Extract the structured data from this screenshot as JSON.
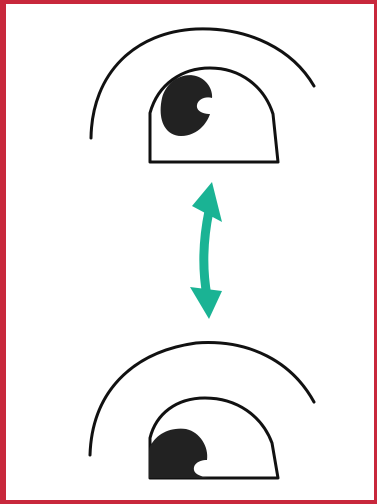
{
  "colors": {
    "frame": "#c8283c",
    "outline": "#111111",
    "pupil": "#222222",
    "arrow": "#1ab394",
    "background": "#ffffff"
  },
  "figures": [
    {
      "id": "eye-top",
      "gaze": "up",
      "icon": "eye-looking-up-icon"
    },
    {
      "id": "eye-bottom",
      "gaze": "down",
      "icon": "eye-looking-down-icon"
    }
  ],
  "connector": {
    "icon": "double-headed-vertical-arrow-icon",
    "direction": "up-down"
  }
}
